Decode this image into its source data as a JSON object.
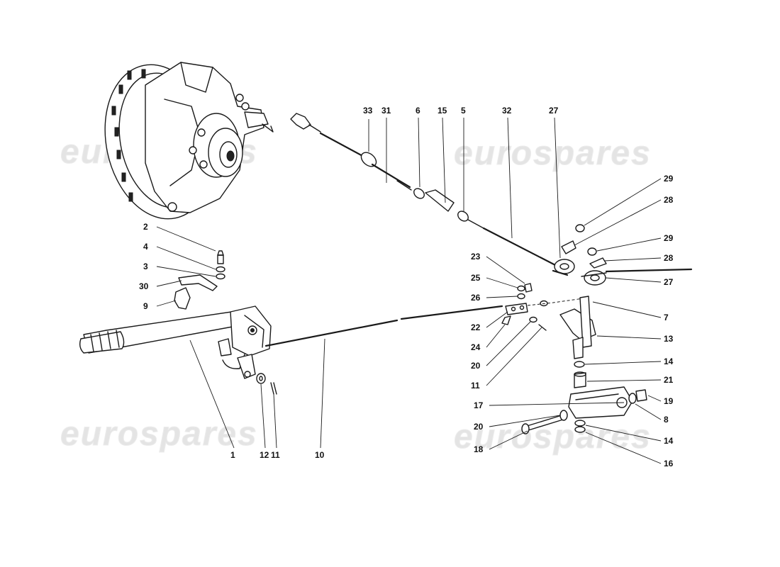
{
  "watermarks": [
    "eurospares",
    "eurospares",
    "eurospares",
    "eurospares"
  ],
  "callouts": {
    "c1": "1",
    "c2": "2",
    "c3": "3",
    "c4": "4",
    "c5": "5",
    "c6": "6",
    "c7": "7",
    "c8": "8",
    "c9": "9",
    "c10": "10",
    "c11a": "11",
    "c11b": "11",
    "c12": "12",
    "c13": "13",
    "c14a": "14",
    "c14b": "14",
    "c15": "15",
    "c16": "16",
    "c17": "17",
    "c18": "18",
    "c19": "19",
    "c20a": "20",
    "c20b": "20",
    "c21": "21",
    "c22": "22",
    "c23": "23",
    "c24": "24",
    "c25": "25",
    "c26": "26",
    "c27a": "27",
    "c27b": "27",
    "c28a": "28",
    "c28b": "28",
    "c29a": "29",
    "c29b": "29",
    "c30": "30",
    "c31": "31",
    "c32": "32",
    "c33": "33"
  }
}
